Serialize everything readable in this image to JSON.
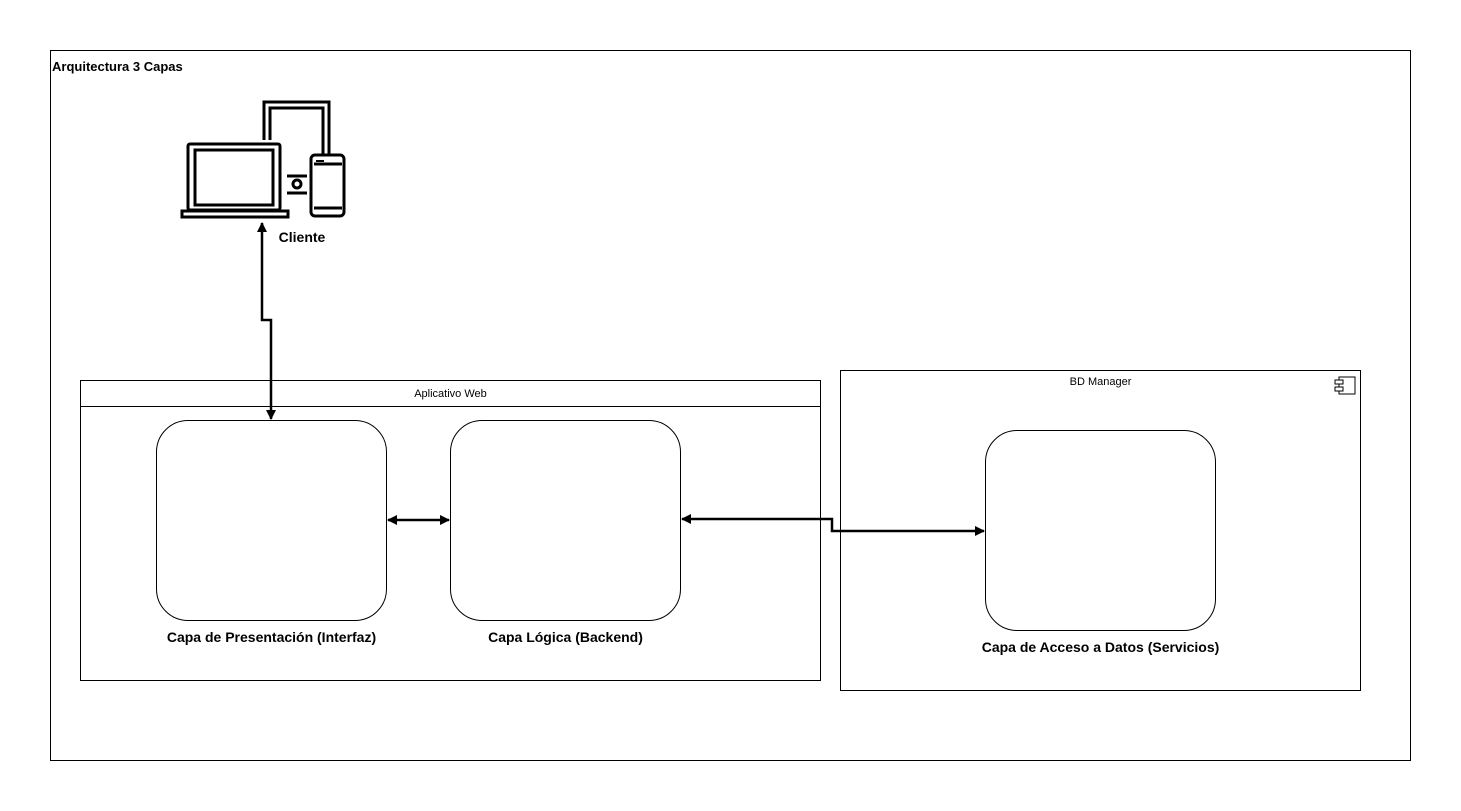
{
  "diagram": {
    "title": "Arquitectura 3 Capas",
    "client": {
      "label": "Cliente",
      "icon": "laptop-tablet-phone-icon"
    },
    "web_app": {
      "title": "Aplicativo Web",
      "presentation_label": "Capa de Presentación (Interfaz)",
      "logic_label": "Capa Lógica (Backend)"
    },
    "db_manager": {
      "title": "BD Manager",
      "icon": "component-icon",
      "data_access_label": "Capa de Acceso a Datos (Servicios)"
    },
    "connections": [
      {
        "from": "Cliente",
        "to": "Capa de Presentación (Interfaz)",
        "type": "bidirectional"
      },
      {
        "from": "Capa de Presentación (Interfaz)",
        "to": "Capa Lógica (Backend)",
        "type": "bidirectional"
      },
      {
        "from": "Capa Lógica (Backend)",
        "to": "Capa de Acceso a Datos (Servicios)",
        "type": "bidirectional"
      }
    ],
    "colors": {
      "stroke": "#000000",
      "background": "#ffffff"
    }
  }
}
